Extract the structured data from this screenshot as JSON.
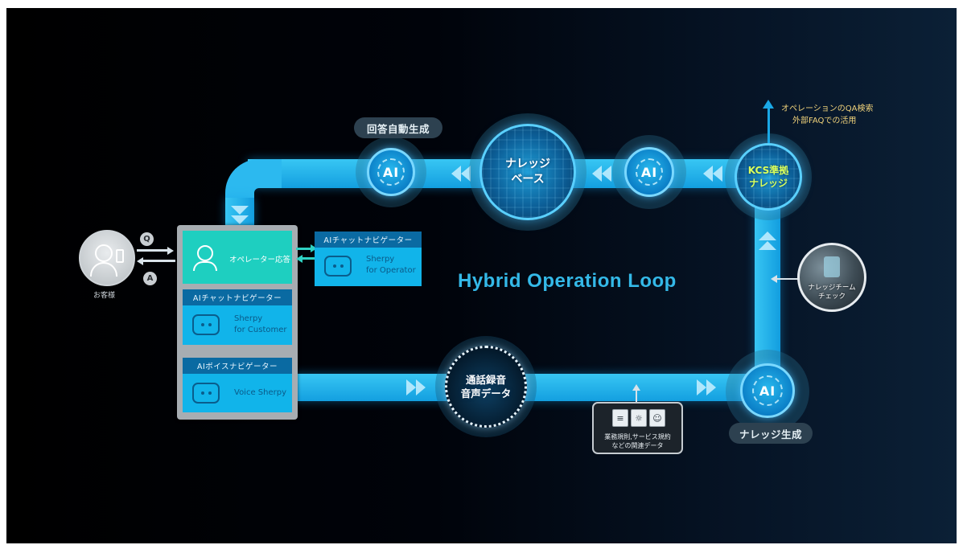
{
  "diagram": {
    "title": "Hybrid Operation Loop",
    "customer": {
      "label": "お客様",
      "q_badge": "Q",
      "a_badge": "A"
    },
    "operator": {
      "label": "オペレーター応答"
    },
    "chat_nav_operator": {
      "header": "AIチャットナビゲーター",
      "name": "Sherpy",
      "sub": "for Operator"
    },
    "chat_nav_customer": {
      "header": "AIチャットナビゲーター",
      "name": "Sherpy",
      "sub": "for Customer"
    },
    "voice_nav": {
      "header": "AIボイスナビゲーター",
      "name": "Voice Sherpy"
    },
    "nodes": {
      "ai_answer": "AI",
      "knowledge_base_line1": "ナレッジ",
      "knowledge_base_line2": "ベース",
      "ai_middle": "AI",
      "kcs_line1": "KCS準拠",
      "kcs_line2": "ナレッジ",
      "call_line1": "通話録音",
      "call_line2": "音声データ",
      "ai_generate": "AI"
    },
    "pills": {
      "answer_generation": "回答自動生成",
      "knowledge_generation": "ナレッジ生成"
    },
    "notes": {
      "qa_line1": "オペレーションのQA検索",
      "qa_line2": "外部FAQでの活用",
      "team_line1": "ナレッジチーム",
      "team_line2": "チェック",
      "data_line1": "業務規則,サービス規約",
      "data_line2": "などの関連データ"
    },
    "icons": [
      "person-phone-icon",
      "operator-headset-icon",
      "chat-bot-icon",
      "document-icon",
      "idea-icon",
      "profile-icon"
    ],
    "colors": {
      "track": "#1aa8e6",
      "accent_text": "#34b9e8",
      "note_text": "#f0d27a",
      "operator_card": "#1ecfc0"
    }
  }
}
